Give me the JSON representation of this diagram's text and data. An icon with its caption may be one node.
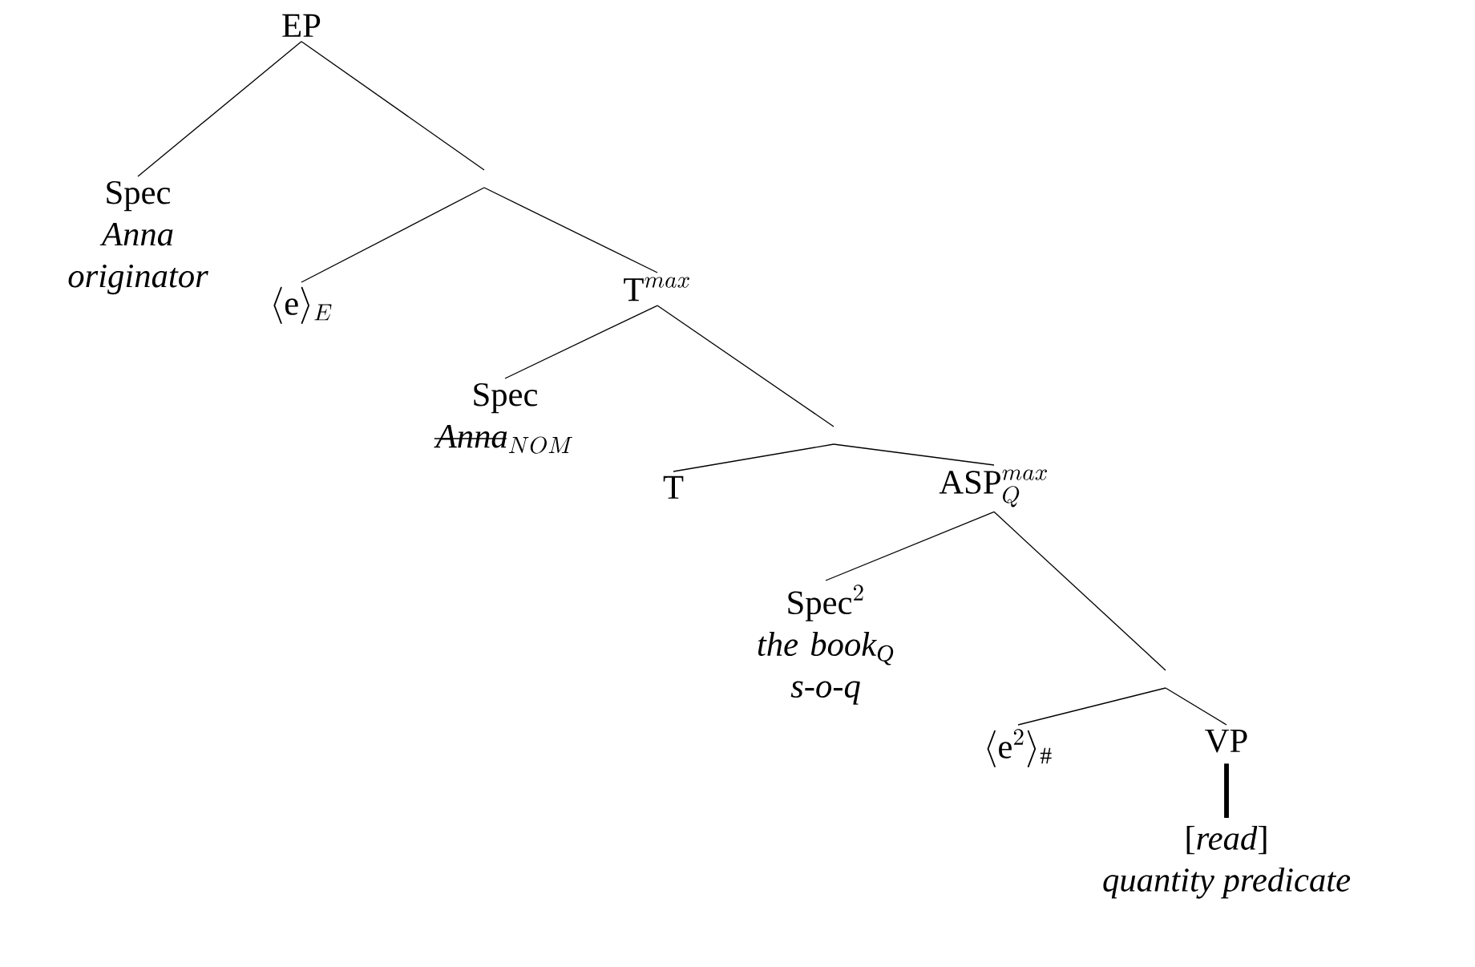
{
  "diagram": {
    "nodes": [
      {
        "text": [
          "EP"
        ]
      },
      {
        "text": [
          "Spec",
          "Anna originator"
        ]
      },
      {
        "text": [
          "\\langle\\text{e}\\rangle_{E}"
        ]
      },
      {
        "text": [
          "\\text{T}^{max}"
        ]
      },
      {
        "text": [
          "Spec",
          "\\text{\\textit{Anna}}_{NOM}"
        ]
      },
      {
        "text": [
          "T"
        ]
      },
      {
        "text": [
          "\\text{ASP}_{Q}^{max}"
        ]
      },
      {
        "text": [
          "\\text{Spec}^{2}",
          "the book$_{Q}$ s-o-q"
        ]
      },
      {
        "text": [
          "\\langle\\text{e}^{2}\\rangle_{\\#}"
        ]
      },
      {
        "text": [
          "VP"
        ]
      },
      {
        "text": [
          "[*read*]",
          "quantity predicate"
        ]
      }
    ],
    "edges": [
      {
        "from": 0,
        "to": 1,
        "arrow": "none"
      },
      {
        "from": 0,
        "to": null,
        "arrow": "none"
      },
      {
        "from": null,
        "to": 2,
        "arrow": "none"
      },
      {
        "from": null,
        "to": 3,
        "arrow": "none"
      },
      {
        "from": 3,
        "to": 4,
        "arrow": "none"
      },
      {
        "from": 3,
        "to": null,
        "arrow": "none"
      },
      {
        "from": null,
        "to": 5,
        "arrow": "none"
      },
      {
        "from": null,
        "to": 6,
        "arrow": "none"
      },
      {
        "from": 6,
        "to": 7,
        "arrow": "none"
      },
      {
        "from": 6,
        "to": null,
        "arrow": "none"
      },
      {
        "from": null,
        "to": 8,
        "arrow": "none"
      },
      {
        "from": null,
        "to": 9,
        "arrow": "none"
      },
      {
        "from": 9,
        "to": 10,
        "arrow": "none",
        "style": "thick"
      }
    ]
  }
}
